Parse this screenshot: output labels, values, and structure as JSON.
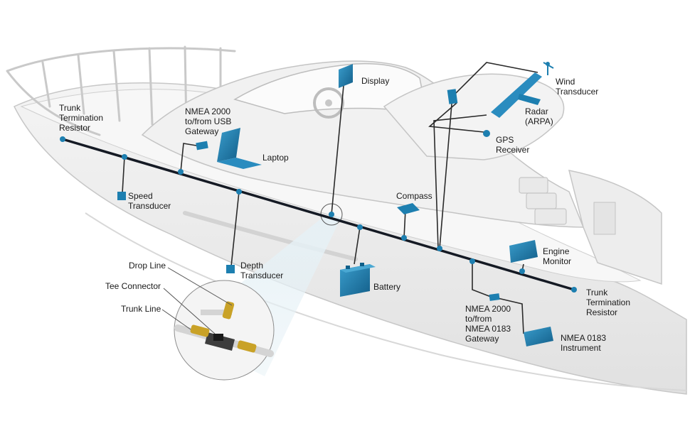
{
  "colors": {
    "hull": "#eeeeee",
    "hull_outline": "#bdbdbd",
    "trunk": "#151a24",
    "device": "#1d7fb0",
    "device_dark": "#0f5f89",
    "drop_line": "#2a2a2a",
    "text": "#1a1a1a"
  },
  "labels": {
    "trunk_resistor_left": "Trunk\nTermination\nResistor",
    "usb_gateway": "NMEA 2000\nto/from USB\nGateway",
    "laptop": "Laptop",
    "display": "Display",
    "wind_transducer": "Wind\nTransducer",
    "radar": "Radar\n(ARPA)",
    "gps_receiver": "GPS\nReceiver",
    "speed_transducer": "Speed\nTransducer",
    "compass": "Compass",
    "depth_transducer": "Depth\nTransducer",
    "battery": "Battery",
    "engine_monitor": "Engine\nMonitor",
    "trunk_resistor_right": "Trunk\nTermination\nResistor",
    "nmea0183_gateway": "NMEA 2000\nto/from\nNMEA 0183\nGateway",
    "nmea0183_instrument": "NMEA 0183\nInstrument",
    "drop_line": "Drop Line",
    "tee_connector": "Tee Connector",
    "trunk_line": "Trunk Line"
  }
}
